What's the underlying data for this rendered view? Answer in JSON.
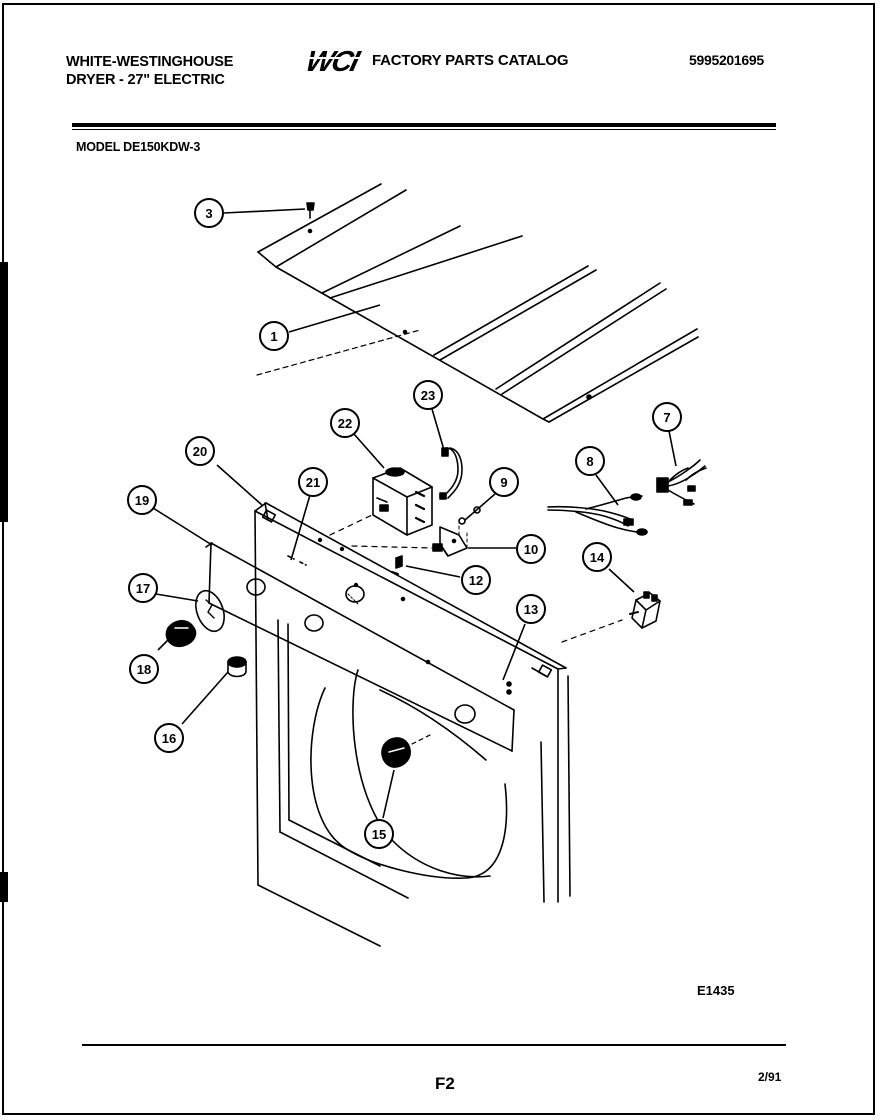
{
  "header": {
    "brand": "WHITE-WESTINGHOUSE",
    "product": "DRYER - 27\" ELECTRIC",
    "logo_text": "WCI",
    "catalog_title": "FACTORY PARTS CATALOG",
    "catalog_number": "5995201695",
    "model": "MODEL DE150KDW-3"
  },
  "callouts": {
    "1": "1",
    "3": "3",
    "7": "7",
    "8": "8",
    "9": "9",
    "10": "10",
    "12": "12",
    "13": "13",
    "14": "14",
    "15": "15",
    "16": "16",
    "17": "17",
    "18": "18",
    "19": "19",
    "20": "20",
    "21": "21",
    "22": "22",
    "23": "23"
  },
  "footer": {
    "figure_code": "E1435",
    "page_code": "F2",
    "date": "2/91"
  }
}
